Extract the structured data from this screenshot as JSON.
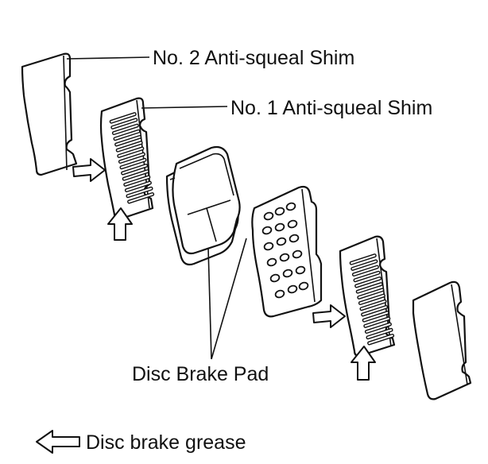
{
  "labels": {
    "shim2": "No. 2 Anti-squeal Shim",
    "shim1": "No. 1 Anti-squeal Shim",
    "pad": "Disc Brake Pad",
    "legend": "Disc brake grease"
  },
  "icons": {
    "grease_arrow": "hollow-arrow-icon"
  },
  "colors": {
    "line": "#111111",
    "background": "#ffffff"
  }
}
